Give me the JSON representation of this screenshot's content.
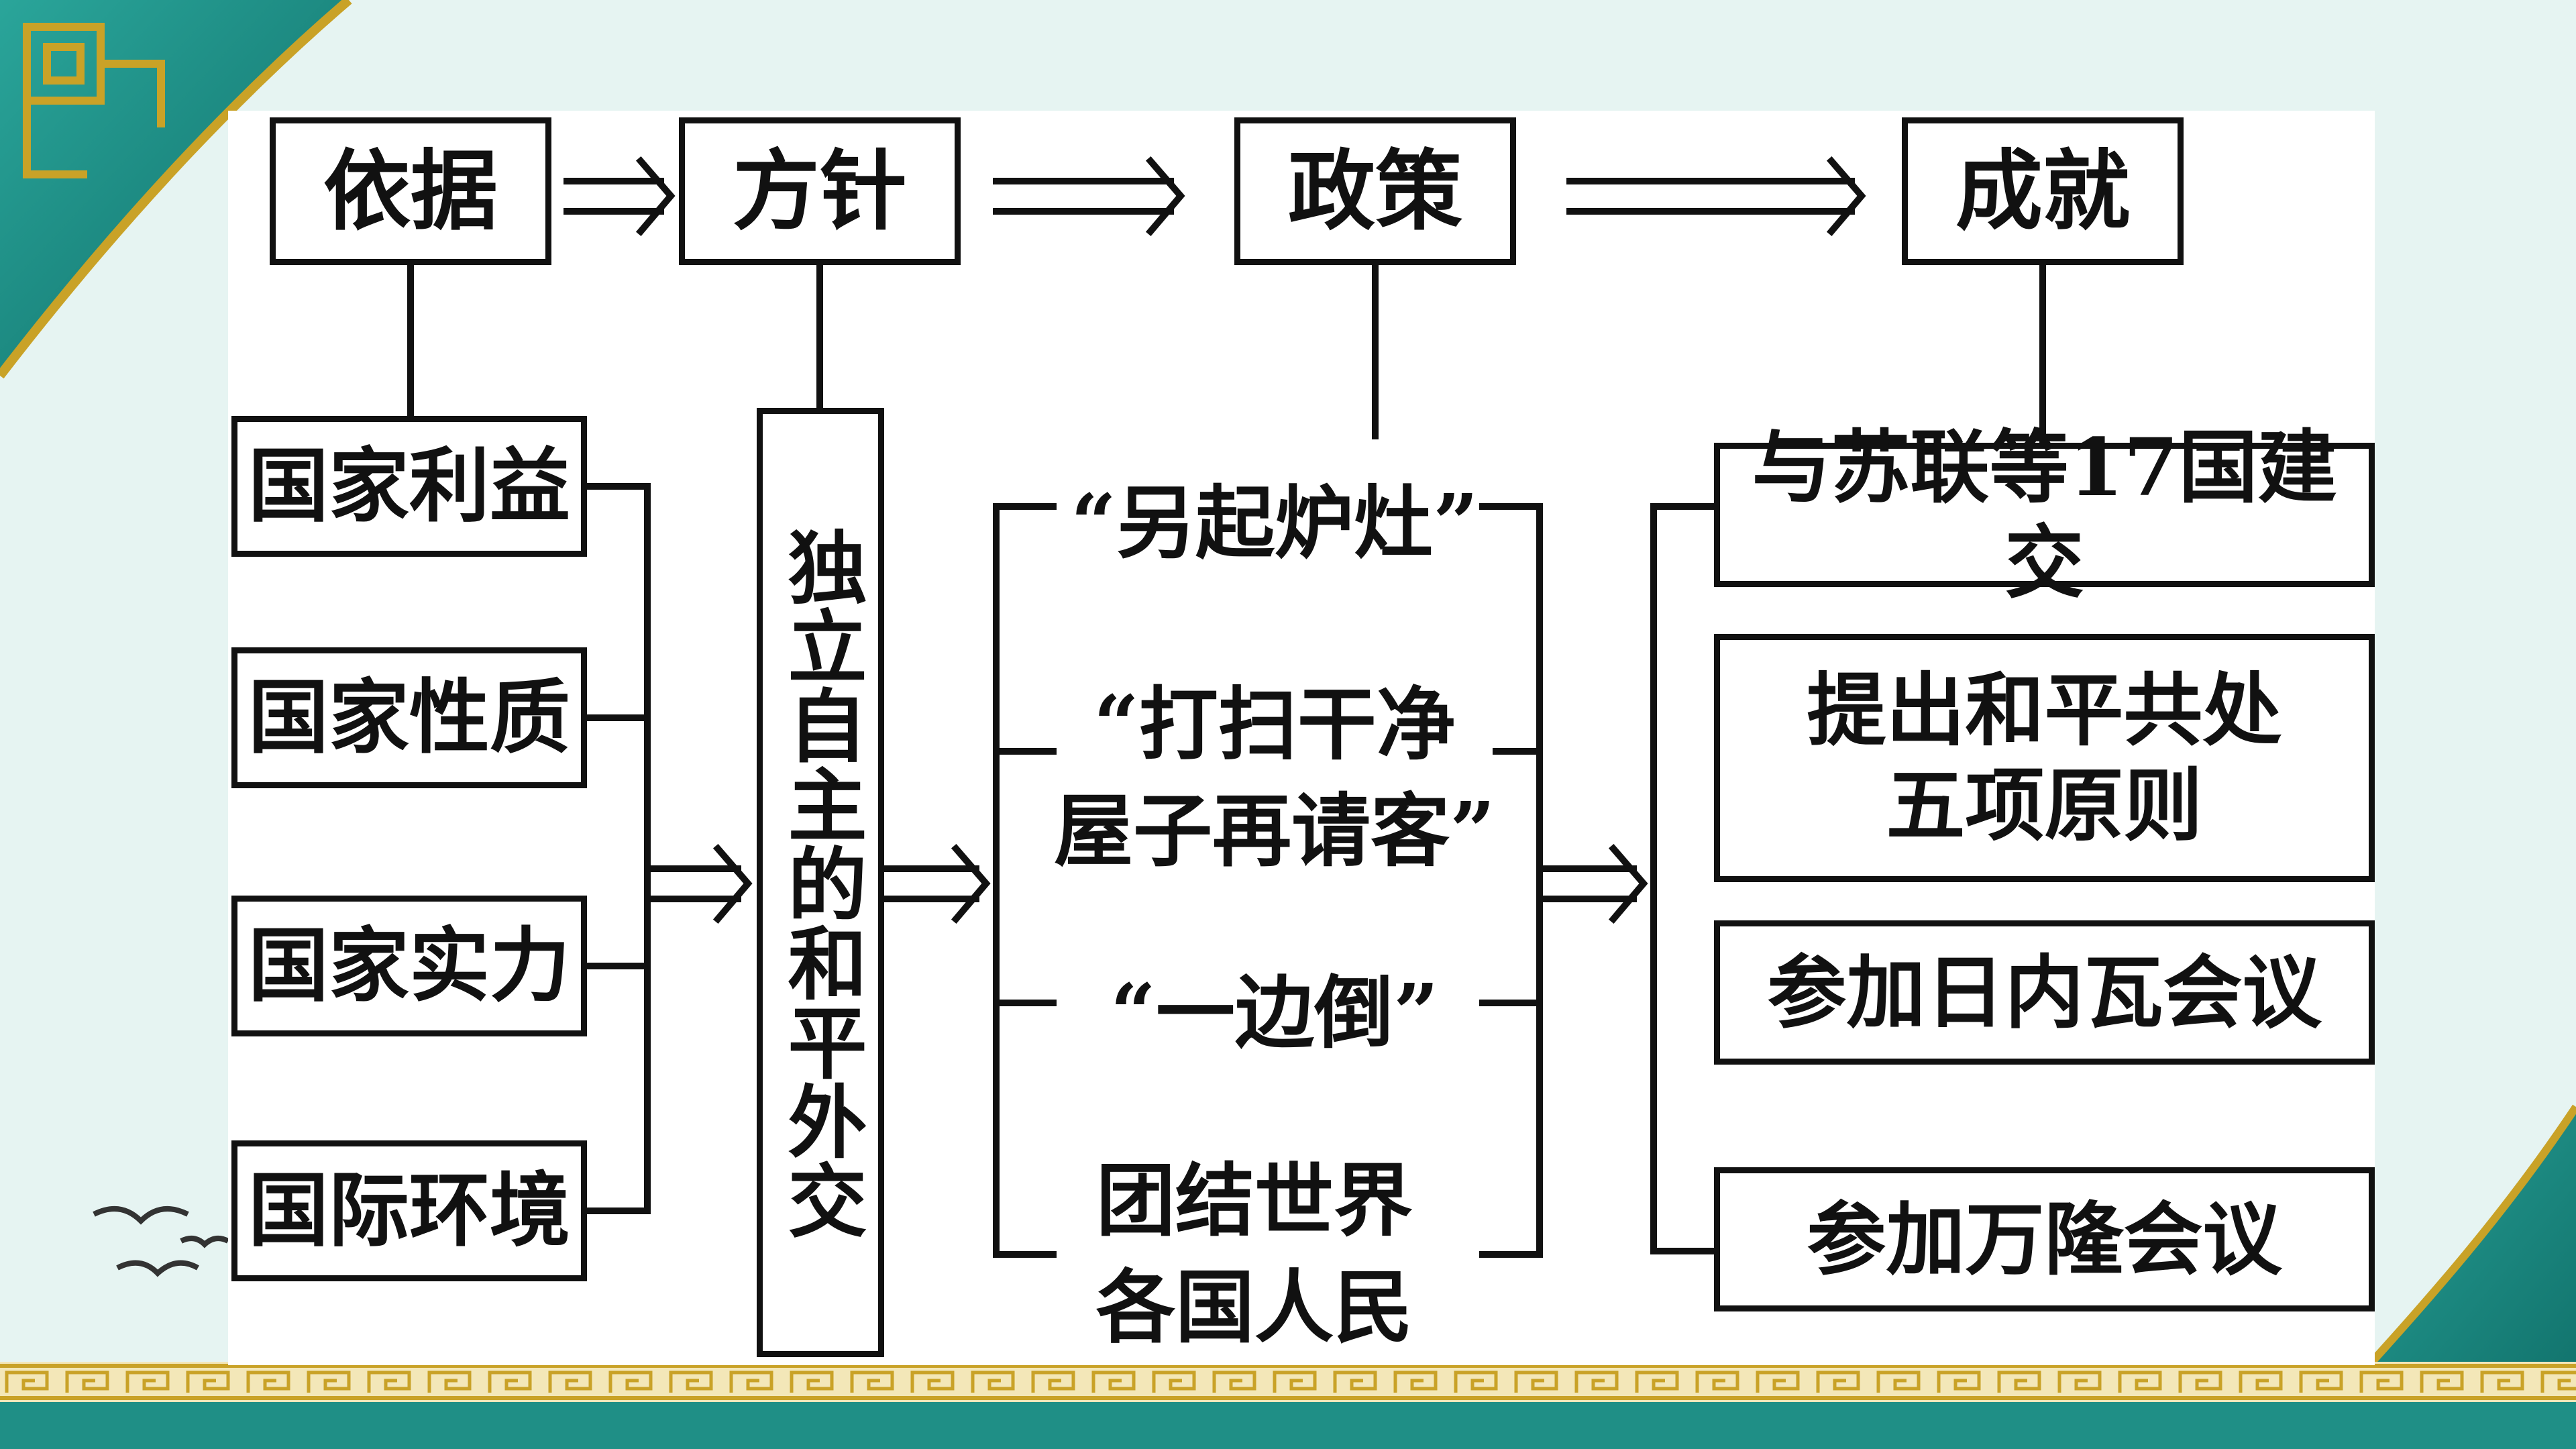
{
  "headers": [
    "依据",
    "方针",
    "政策",
    "成就"
  ],
  "basis": [
    "国家利益",
    "国家性质",
    "国家实力",
    "国际环境"
  ],
  "principle": "独立自主的和平外交",
  "policies": [
    "“另起炉灶”",
    "“打扫干净\n屋子再请客”",
    "“一边倒”",
    "团结世界\n各国人民"
  ],
  "achievements": [
    "与苏联等17国建交",
    "提出和平共处\n五项原则",
    "参加日内瓦会议",
    "参加万隆会议"
  ],
  "colors": {
    "ink": "#111111",
    "accent_teal": "#1f8f86",
    "accent_gold": "#c9a227"
  }
}
